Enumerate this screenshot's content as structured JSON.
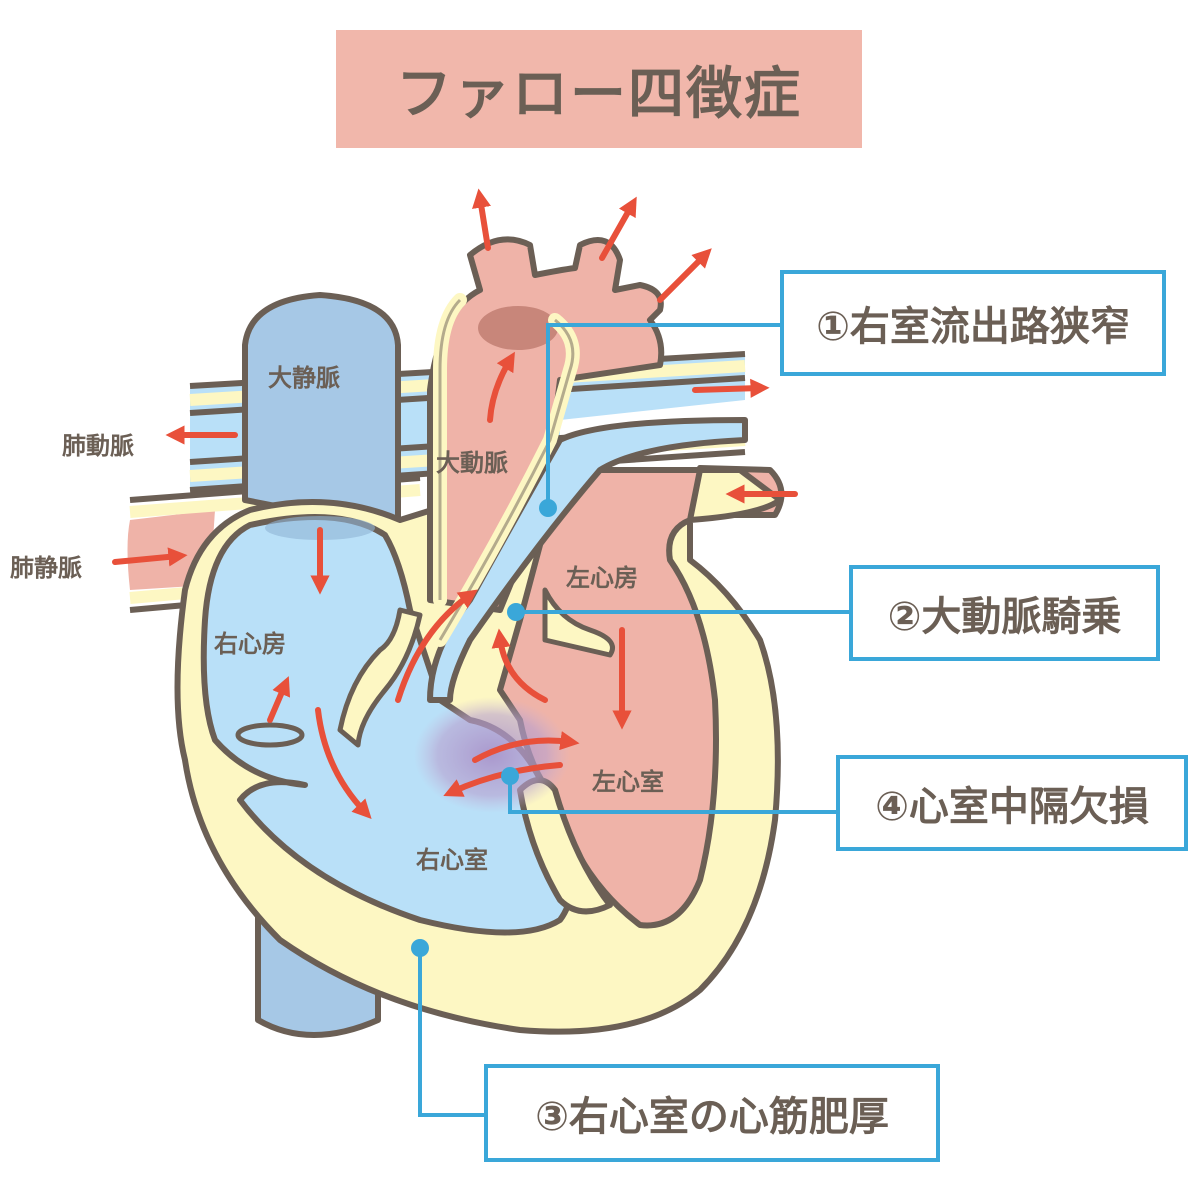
{
  "title": "ファロー四徴症",
  "callouts": {
    "c1": "①右室流出路狭窄",
    "c2": "②大動脈騎乗",
    "c3": "③右心室の心筋肥厚",
    "c4": "④心室中隔欠損"
  },
  "labels": {
    "svc": "大静脈",
    "aorta": "大動脈",
    "pulmonary_artery": "肺動脈",
    "pulmonary_vein": "肺静脈",
    "right_atrium": "右心房",
    "left_atrium": "左心房",
    "right_ventricle": "右心室",
    "left_ventricle": "左心室"
  },
  "colors": {
    "title_bg": "#f1b7ab",
    "callout_border": "#3aa7d9",
    "text": "#6b5f55",
    "arrow": "#e8503a",
    "deoxygenated": "#b9e0f8",
    "oxygenated": "#efb3a8",
    "muscle": "#fdf7c3",
    "vena_cava": "#a6c8e6",
    "outline": "#6b5f55"
  }
}
